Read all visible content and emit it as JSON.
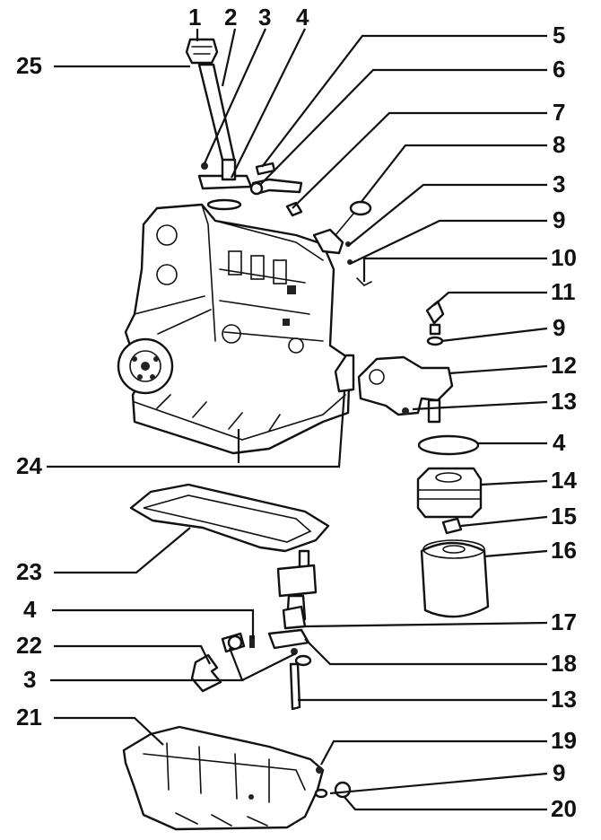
{
  "callouts": {
    "c1": "1",
    "c2": "2",
    "c3a": "3",
    "c4a": "4",
    "c5": "5",
    "c6": "6",
    "c7": "7",
    "c8": "8",
    "c3b": "3",
    "c9a": "9",
    "c10": "10",
    "c11": "11",
    "c9b": "9",
    "c12": "12",
    "c13a": "13",
    "c4b": "4",
    "c14": "14",
    "c15": "15",
    "c16": "16",
    "c25": "25",
    "c24": "24",
    "c23": "23",
    "c4c": "4",
    "c22": "22",
    "c3c": "3",
    "c17": "17",
    "c18": "18",
    "c13b": "13",
    "c21": "21",
    "c19": "19",
    "c9c": "9",
    "c20": "20"
  },
  "colors": {
    "ink": "#111111",
    "paper": "#ffffff"
  }
}
